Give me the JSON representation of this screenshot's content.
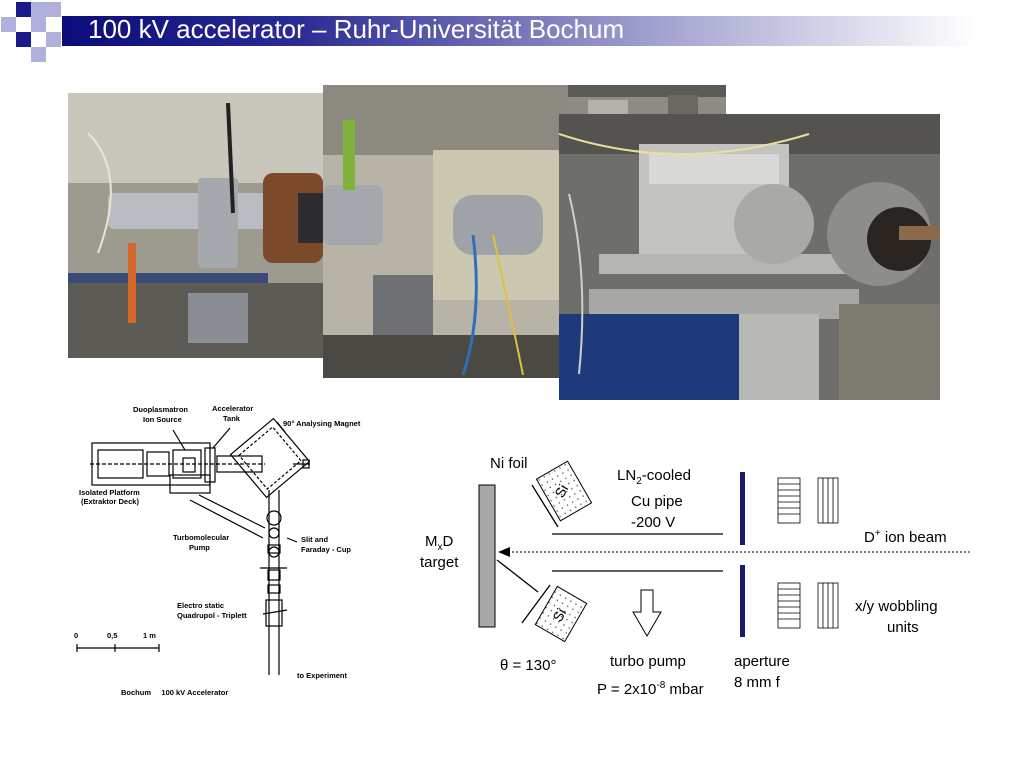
{
  "title": "100 kV accelerator – Ruhr-Universität Bochum",
  "colors": {
    "title_dark": "#0b0b7a",
    "title_light": "#ffffff",
    "square_dark": "#1a1a8c",
    "square_light": "#b0b0dc",
    "aperture": "#1a1a6e",
    "target_fill": "#a8a8a8"
  },
  "schematic": {
    "labels": {
      "duoplasmatron": "Duoplasmatron",
      "ion_source": "Ion Source",
      "accelerator": "Accelerator",
      "tank": "Tank",
      "magnet": "90° Analysing Magnet",
      "isolated_platform": "Isolated Platform",
      "extraktor_deck": "(Extraktor Deck)",
      "turbomolecular": "Turbomolecular",
      "pump": "Pump",
      "slit_and": "Slit and",
      "faraday_cup": "Faraday - Cup",
      "electro_static": "Electro static",
      "quadrupol": "Quadrupol - Triplett",
      "to_experiment": "to Experiment",
      "scale_0": "0",
      "scale_05": "0,5",
      "scale_1": "1 m",
      "caption": "Bochum     100 kV Accelerator"
    }
  },
  "setup": {
    "ni_foil": "Ni foil",
    "ln2_a": "LN",
    "ln2_sub": "2",
    "ln2_b": "-cooled",
    "cu_pipe": "Cu pipe",
    "voltage": "-200 V",
    "mxd_m": "M",
    "mxd_sub": "x",
    "mxd_d": "D",
    "target": "target",
    "d_beam_a": "D",
    "d_beam_sup": "+",
    "d_beam_b": " ion beam",
    "wobbling": "x/y wobbling",
    "units": "units",
    "theta": "θ = 130°",
    "turbo": "turbo pump",
    "pressure_a": "P = 2x10",
    "pressure_sup": "-8",
    "pressure_b": " mbar",
    "aperture": "aperture",
    "aperture_size": "8 mm f",
    "si": "Si"
  }
}
